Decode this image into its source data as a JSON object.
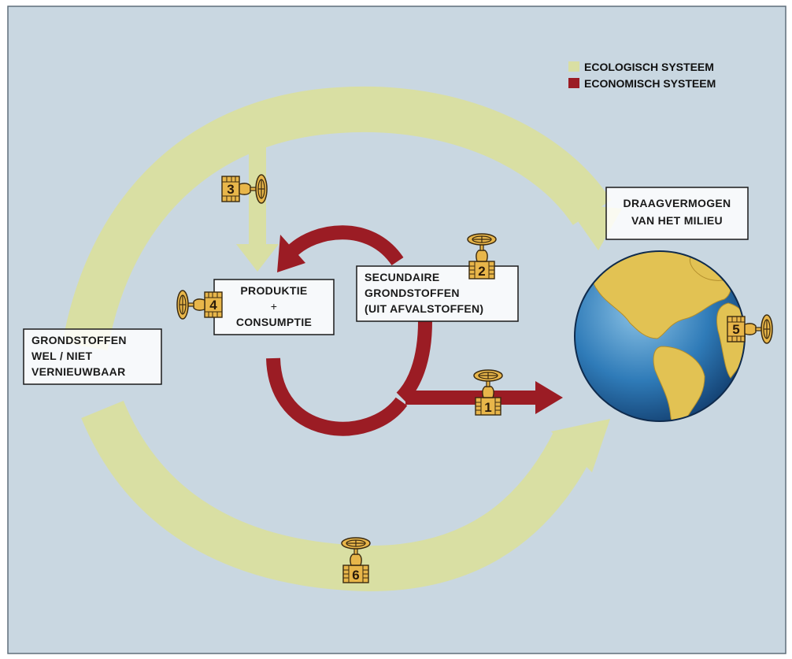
{
  "legend": {
    "ecological": {
      "label": "ECOLOGISCH SYSTEEM",
      "color": "#d9dfa3"
    },
    "economic": {
      "label": "ECONOMISCH SYSTEEM",
      "color": "#9b1c24"
    }
  },
  "boxes": {
    "carrying_capacity": {
      "line1": "DRAAGVERMOGEN",
      "line2": "VAN HET MILIEU"
    },
    "production": {
      "line1": "PRODUKTIE",
      "line2": "+",
      "line3": "CONSUMPTIE"
    },
    "secondary": {
      "line1": "SECUNDAIRE",
      "line2": "GRONDSTOFFEN",
      "line3": "(UIT AFVALSTOFFEN)"
    },
    "raw_materials": {
      "line1": "GRONDSTOFFEN",
      "line2": "WEL / NIET",
      "line3": "VERNIEUWBAAR"
    }
  },
  "valves": {
    "v1": "1",
    "v2": "2",
    "v3": "3",
    "v4": "4",
    "v5": "5",
    "v6": "6"
  },
  "colors": {
    "background": "#c9d7e1",
    "valve": "#e8b64a",
    "ocean": "#2e78b4",
    "land": "#e2c253"
  }
}
